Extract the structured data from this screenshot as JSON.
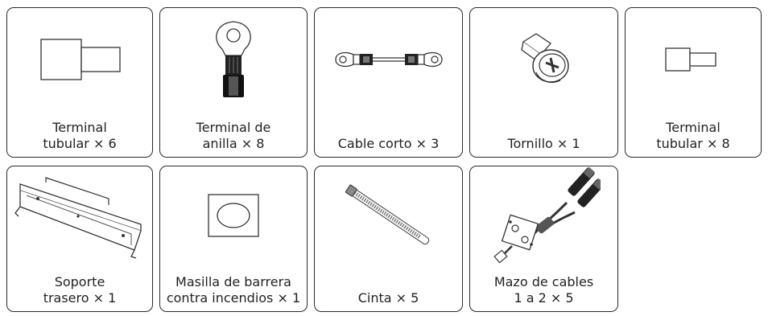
{
  "items": [
    {
      "label": "Terminal\ntubular × 6"
    },
    {
      "label": "Terminal de\nanilla × 8"
    },
    {
      "label": "Cable corto × 3"
    },
    {
      "label": "Tornillo × 1"
    },
    {
      "label": "Terminal\ntubular × 8"
    },
    {
      "label": "Soporte\ntrasero × 1"
    },
    {
      "label": "Masilla de barrera\ncontra incendios × 1"
    },
    {
      "label": "Cinta × 5"
    },
    {
      "label": "Mazo de cables\n1 a 2 × 5"
    }
  ]
}
